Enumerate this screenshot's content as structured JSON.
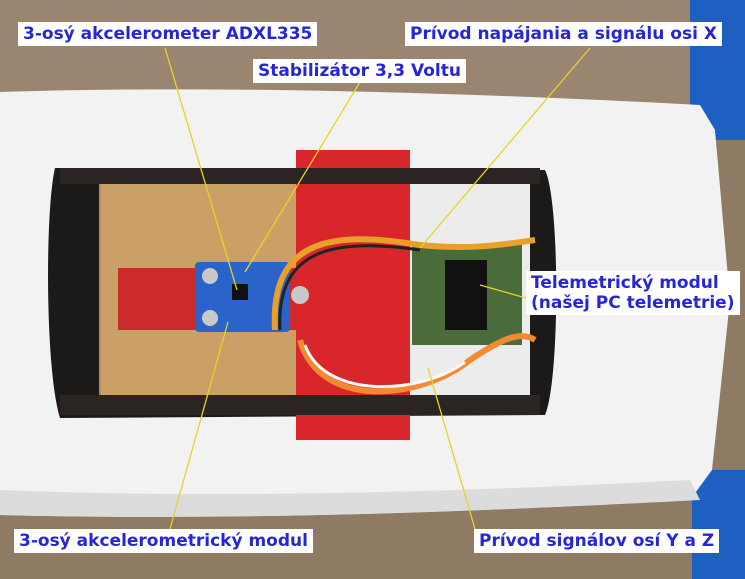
{
  "labels": {
    "accelerometer_chip": "3-osý akcelerometer ADXL335",
    "voltage_regulator": "Stabilizátor 3,3 Voltu",
    "x_power_signal_lead": "Prívod napájania a signálu osi X",
    "telemetry_module_line1": "Telemetrický modul",
    "telemetry_module_line2": "(našej PC telemetrie)",
    "accelerometer_module": "3-osý akcelerometrický modul",
    "yz_signal_lead": "Prívod signálov osí Y a Z"
  },
  "colors": {
    "label_text": "#2626d6",
    "label_background": "#ffffff",
    "leader_line": "#e8d22a"
  }
}
